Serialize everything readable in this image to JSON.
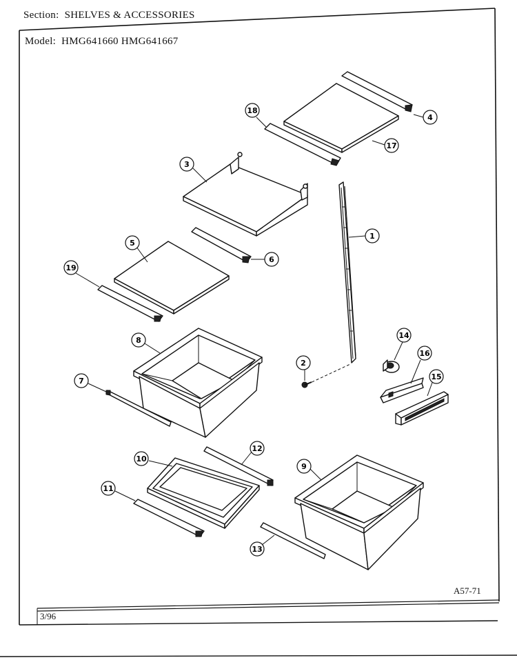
{
  "header": {
    "section_label": "Section:",
    "section_value": "SHELVES & ACCESSORIES",
    "model_label": "Model:",
    "model_value": "HMG641660  HMG641667"
  },
  "footer": {
    "sheet_code": "A57-71",
    "date_code": "3/96"
  },
  "callouts": [
    "1",
    "2",
    "3",
    "4",
    "5",
    "6",
    "7",
    "8",
    "9",
    "10",
    "11",
    "12",
    "13",
    "14",
    "15",
    "16",
    "17",
    "18",
    "19"
  ]
}
